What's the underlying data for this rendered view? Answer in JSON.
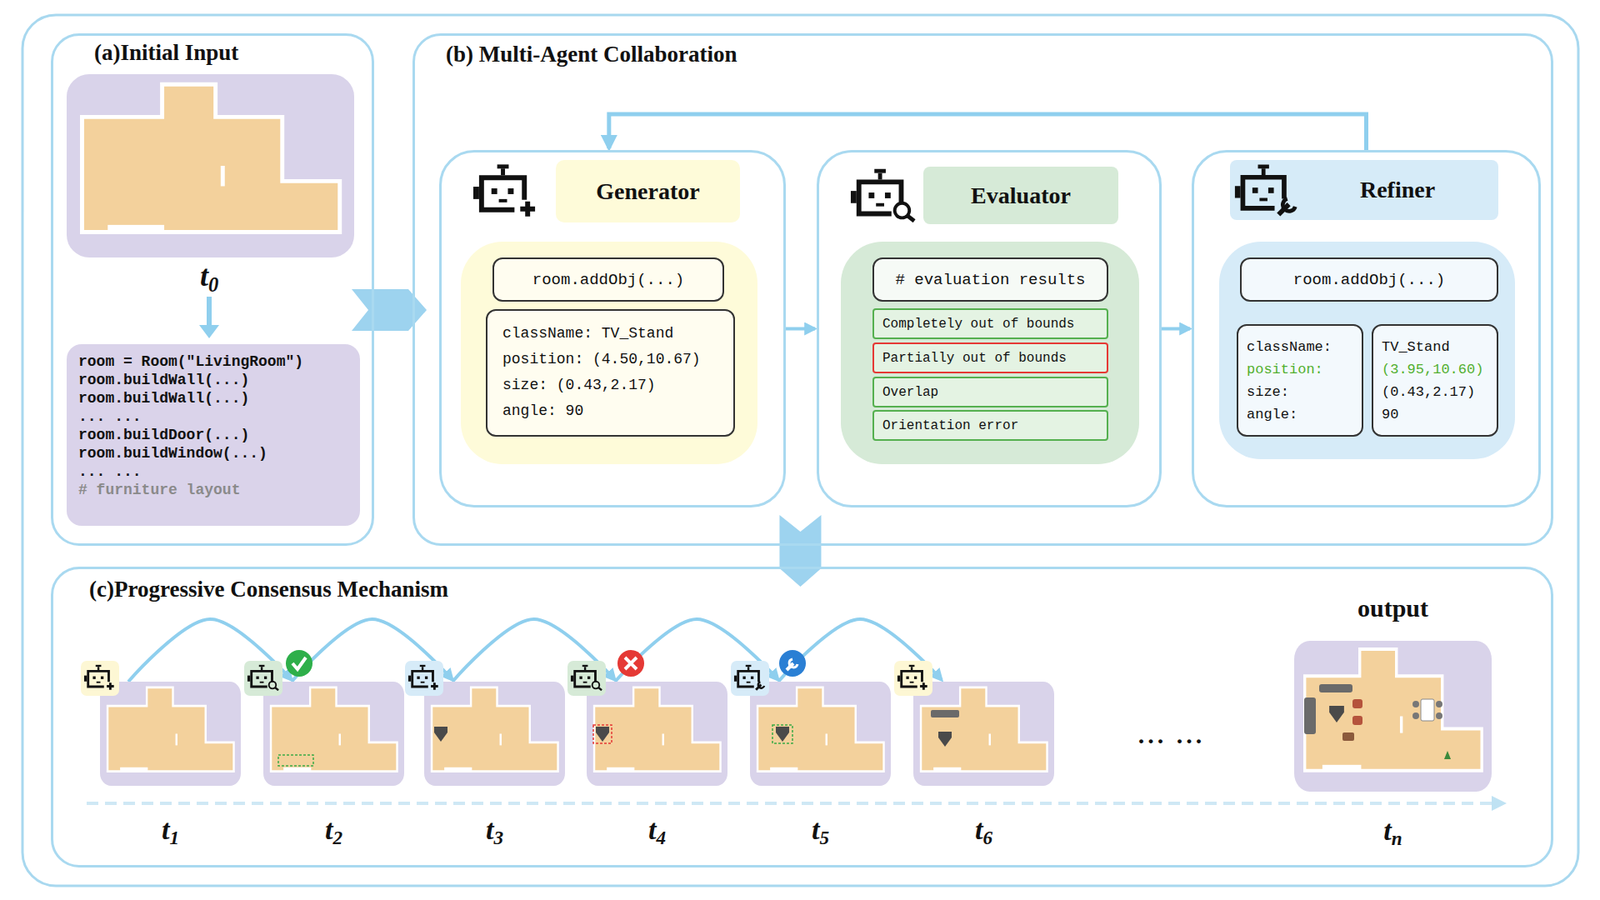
{
  "diagram": {
    "nodes": [
      {
        "text": [
          "(a)Initial Input"
        ]
      },
      {
        "text": [
          "room = Room(\"LivingRoom\")",
          "room.buildWall(...)",
          "room.buildWall(...)",
          "... ...",
          "room.buildDoor(...)",
          "room.buildWindow(...)",
          "... ...",
          "# furniture layout"
        ],
        "in": 0
      },
      {
        "text": [
          "(b) Multi-Agent Collaboration"
        ]
      },
      {
        "text": [
          "Generator"
        ],
        "in": 2
      },
      {
        "text": [
          "room.addObj(...)"
        ],
        "in": 3
      },
      {
        "text": [
          "className: TV_Stand",
          "position: (4.50,10.67)",
          "size: (0.43,2.17)",
          "angle: 90"
        ],
        "in": 3
      },
      {
        "text": [
          "Evaluator"
        ],
        "in": 2
      },
      {
        "text": [
          "# evaluation results"
        ],
        "in": 6
      },
      {
        "text": [
          "Completely out of bounds"
        ],
        "in": 6
      },
      {
        "text": [
          "Partially out of bounds"
        ],
        "in": 6
      },
      {
        "text": [
          "Overlap"
        ],
        "in": 6
      },
      {
        "text": [
          "Orientation error"
        ],
        "in": 6
      },
      {
        "text": [
          "Refiner"
        ],
        "in": 2
      },
      {
        "text": [
          "room.addObj(...)"
        ],
        "in": 12
      },
      {
        "text": [
          "className:",
          "position:",
          "size:",
          "angle:"
        ],
        "in": 12
      },
      {
        "text": [
          "TV_Stand",
          "(3.95,10.60)",
          "(0.43,2.17)",
          "90"
        ],
        "in": 12
      },
      {
        "text": [
          "(c)Progressive Consensus Mechanism"
        ]
      },
      {
        "text": [
          "t1"
        ],
        "in": 16
      },
      {
        "text": [
          "t2"
        ],
        "in": 16
      },
      {
        "text": [
          "t3"
        ],
        "in": 16
      },
      {
        "text": [
          "t4"
        ],
        "in": 16
      },
      {
        "text": [
          "t5"
        ],
        "in": 16
      },
      {
        "text": [
          "t6"
        ],
        "in": 16
      },
      {
        "text": [
          "output",
          "tn"
        ],
        "in": 16
      }
    ],
    "edges": [
      {
        "from": 0,
        "to": 2,
        "arrow": "to"
      },
      {
        "from": 3,
        "to": 6,
        "arrow": "to"
      },
      {
        "from": 6,
        "to": 12,
        "arrow": "to"
      },
      {
        "from": 12,
        "to": 3,
        "arrow": "to"
      },
      {
        "from": 2,
        "to": 16,
        "arrow": "to"
      },
      {
        "from": 17,
        "to": 18,
        "arrow": "to"
      },
      {
        "from": 18,
        "to": 19,
        "arrow": "to"
      },
      {
        "from": 19,
        "to": 20,
        "arrow": "to"
      },
      {
        "from": 20,
        "to": 21,
        "arrow": "to"
      },
      {
        "from": 21,
        "to": 22,
        "arrow": "to"
      }
    ],
    "labels": [
      "t0",
      "... ..."
    ]
  }
}
